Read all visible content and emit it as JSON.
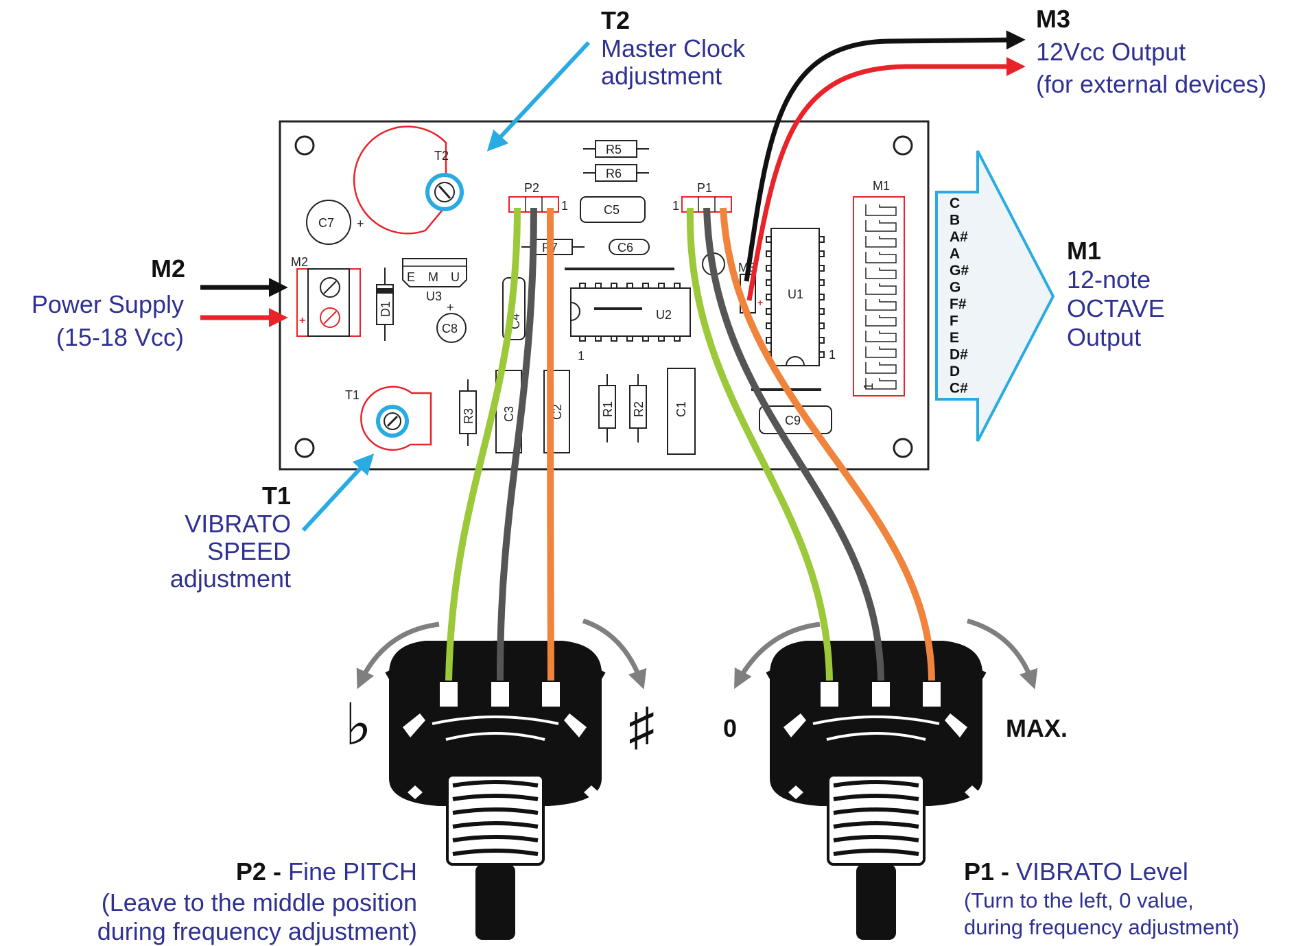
{
  "callouts": {
    "t2": {
      "id": "T2",
      "lines": [
        "Master Clock",
        "adjustment"
      ]
    },
    "m3": {
      "id": "M3",
      "lines": [
        "12Vcc Output",
        "(for external devices)"
      ]
    },
    "m2": {
      "id": "M2",
      "lines": [
        "Power Supply",
        "(15-18 Vcc)"
      ]
    },
    "m1": {
      "id": "M1",
      "lines": [
        "12-note",
        "OCTAVE",
        "Output"
      ]
    },
    "t1": {
      "id": "T1",
      "lines": [
        "VIBRATO",
        "SPEED",
        "adjustment"
      ]
    },
    "p2": {
      "id": "P2 -",
      "title": "Fine PITCH",
      "lines": [
        "(Leave to the middle position",
        "during frequency adjustment)"
      ]
    },
    "p1": {
      "id": "P1 -",
      "title": "VIBRATO Level",
      "lines": [
        "(Turn to the left, 0 value,",
        "during frequency adjustment)"
      ]
    }
  },
  "pot_labels": {
    "flat": "♭",
    "sharp": "♯",
    "zero": "0",
    "max": "MAX."
  },
  "notes": [
    "C",
    "B",
    "A#",
    "A",
    "G#",
    "G",
    "F#",
    "F",
    "E",
    "D#",
    "D",
    "C#"
  ],
  "pcb": {
    "r5": "R5",
    "r6": "R6",
    "r7": "R7",
    "r1": "R1",
    "r2": "R2",
    "r3": "R3",
    "c1": "C1",
    "c2": "C2",
    "c3": "C3",
    "c4": "C4",
    "c5": "C5",
    "c6": "C6",
    "c7": "C7",
    "c8": "C8",
    "c9": "C9",
    "u1": "U1",
    "u2": "U2",
    "u3": "U3",
    "u3_pins": [
      "E",
      "M",
      "U"
    ],
    "d1": "D1",
    "t1": "T1",
    "t2": "T2",
    "p1": "P1",
    "p2": "P2",
    "m1": "M1",
    "m2": "M2",
    "m3": "M3",
    "pin1": "1",
    "plus": "+"
  },
  "colors": {
    "wire_green": "#9bc93a",
    "wire_gray": "#555555",
    "wire_orange": "#f0843c",
    "wire_black": "#111111",
    "wire_red": "#e8232a",
    "arrow_blue": "#29abe2",
    "label_blue": "#2e3192",
    "pcb_red": "#e8232a"
  }
}
